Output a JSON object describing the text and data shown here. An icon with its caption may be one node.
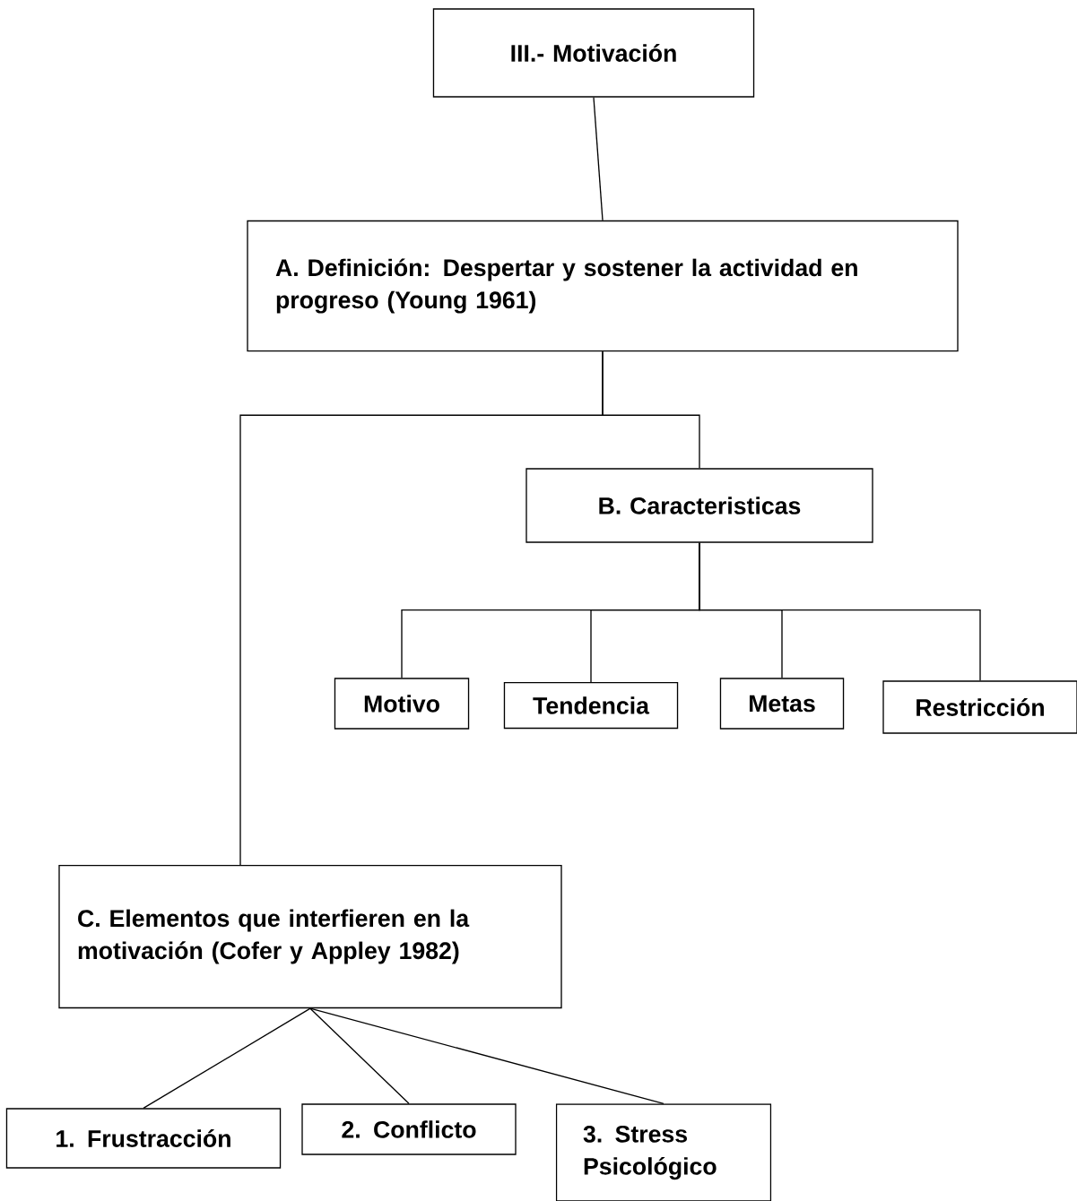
{
  "diagram": {
    "nodes": [
      {
        "text": [
          "III.- Motivación"
        ]
      },
      {
        "text": [
          "A. Definición: Despertar y sostener la actividad en progreso (Young 1961)"
        ]
      },
      {
        "text": [
          "B. Caracteristicas"
        ]
      },
      {
        "text": [
          "Motivo"
        ]
      },
      {
        "text": [
          "Tendencia"
        ]
      },
      {
        "text": [
          "Metas"
        ]
      },
      {
        "text": [
          "Restricción"
        ]
      },
      {
        "text": [
          "C. Elementos que interfieren en la motivación (Cofer y Appley 1982)"
        ]
      },
      {
        "text": [
          "1. Frustracción"
        ]
      },
      {
        "text": [
          "2. Conflicto"
        ]
      },
      {
        "text": [
          "3. Stress Psicológico"
        ]
      }
    ],
    "edges": [
      {
        "from": 0,
        "to": 1,
        "arrow": "none"
      },
      {
        "from": 1,
        "to": 2,
        "arrow": "none"
      },
      {
        "from": 1,
        "to": 7,
        "arrow": "none"
      },
      {
        "from": 2,
        "to": 3,
        "arrow": "none"
      },
      {
        "from": 2,
        "to": 4,
        "arrow": "none"
      },
      {
        "from": 2,
        "to": 5,
        "arrow": "none"
      },
      {
        "from": 2,
        "to": 6,
        "arrow": "none"
      },
      {
        "from": 7,
        "to": 8,
        "arrow": "none"
      },
      {
        "from": 7,
        "to": 9,
        "arrow": "none"
      },
      {
        "from": 7,
        "to": 10,
        "arrow": "none"
      }
    ]
  }
}
